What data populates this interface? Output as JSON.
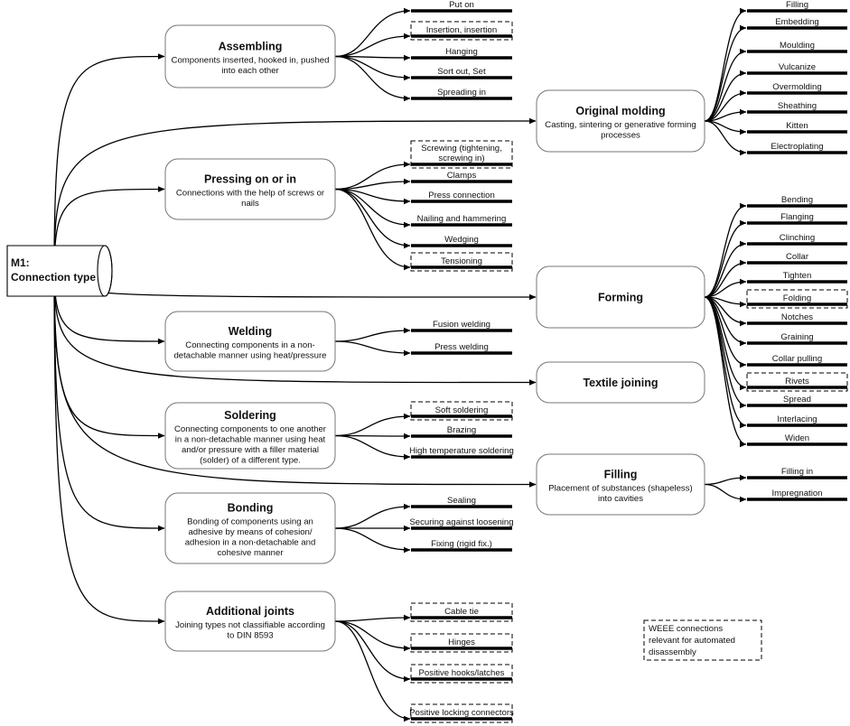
{
  "root": {
    "line1": "M1:",
    "line2": "Connection type"
  },
  "categories": [
    {
      "title": "Assembling",
      "desc": [
        "Components inserted, hooked in, pushed",
        "into each other"
      ],
      "leaves": [
        {
          "label": "Put on",
          "weee": false
        },
        {
          "label": "Insertion, insertion",
          "weee": true
        },
        {
          "label": "Hanging",
          "weee": false
        },
        {
          "label": "Sort out, Set",
          "weee": false
        },
        {
          "label": "Spreading in",
          "weee": false
        }
      ]
    },
    {
      "title": "Pressing on or in",
      "desc": [
        "Connections with the help of screws or",
        "nails"
      ],
      "leaves": [
        {
          "label": "Screwing (tightening,",
          "label2": "screwing in)",
          "weee": true
        },
        {
          "label": "Clamps",
          "weee": false
        },
        {
          "label": "Press connection",
          "weee": false
        },
        {
          "label": "Nailing and hammering",
          "weee": false
        },
        {
          "label": "Wedging",
          "weee": false
        },
        {
          "label": "Tensioning",
          "weee": true
        }
      ]
    },
    {
      "title": "Welding",
      "desc": [
        "Connecting components in a non-",
        "detachable manner using heat/pressure"
      ],
      "leaves": [
        {
          "label": "Fusion welding",
          "weee": false
        },
        {
          "label": "Press welding",
          "weee": false
        }
      ]
    },
    {
      "title": "Soldering",
      "desc": [
        "Connecting components to one another",
        "in a non-detachable manner using heat",
        "and/or pressure with a filler material",
        "(solder) of a different type."
      ],
      "leaves": [
        {
          "label": "Soft soldering",
          "weee": true
        },
        {
          "label": "Brazing",
          "weee": false
        },
        {
          "label": "High temperature soldering",
          "weee": false
        }
      ]
    },
    {
      "title": "Bonding",
      "desc": [
        "Bonding of components using an",
        "adhesive by means of cohesion/",
        "adhesion in a non-detachable and",
        "cohesive manner"
      ],
      "leaves": [
        {
          "label": "Sealing",
          "weee": false
        },
        {
          "label": "Securing against loosening",
          "weee": false
        },
        {
          "label": "Fixing (rigid fix.)",
          "weee": false
        }
      ]
    },
    {
      "title": "Additional joints",
      "desc": [
        "Joining types not classifiable according",
        "to DIN 8593"
      ],
      "leaves": [
        {
          "label": "Cable tie",
          "weee": true
        },
        {
          "label": "Hinges",
          "weee": true
        },
        {
          "label": "Positive hooks/latches",
          "weee": true
        },
        {
          "label": "Positive locking connectors",
          "weee": true
        }
      ]
    },
    {
      "title": "Original molding",
      "desc": [
        "Casting, sintering or generative forming",
        "processes"
      ],
      "leaves": [
        {
          "label": "Filling",
          "weee": false
        },
        {
          "label": "Embedding",
          "weee": false
        },
        {
          "label": "Moulding",
          "weee": false
        },
        {
          "label": "Vulcanize",
          "weee": false
        },
        {
          "label": "Overmolding",
          "weee": false
        },
        {
          "label": "Sheathing",
          "weee": false
        },
        {
          "label": "Kitten",
          "weee": false
        },
        {
          "label": "Electroplating",
          "weee": false
        }
      ]
    },
    {
      "title": "Forming",
      "desc": [],
      "leaves": [
        {
          "label": "Bending",
          "weee": false
        },
        {
          "label": "Flanging",
          "weee": false
        },
        {
          "label": "Clinching",
          "weee": false
        },
        {
          "label": "Collar",
          "weee": false
        },
        {
          "label": "Tighten",
          "weee": false
        },
        {
          "label": "Folding",
          "weee": true
        },
        {
          "label": "Notches",
          "weee": false
        },
        {
          "label": "Graining",
          "weee": false
        },
        {
          "label": "Collar pulling",
          "weee": false
        },
        {
          "label": "Rivets",
          "weee": true
        },
        {
          "label": "Spread",
          "weee": false
        },
        {
          "label": "Interlacing",
          "weee": false
        },
        {
          "label": "Widen",
          "weee": false
        }
      ]
    },
    {
      "title": "Textile joining",
      "desc": [],
      "leaves": []
    },
    {
      "title": "Filling",
      "desc": [
        "Placement of substances (shapeless)",
        "into cavities"
      ],
      "leaves": [
        {
          "label": "Filling in",
          "weee": false
        },
        {
          "label": "Impregnation",
          "weee": false
        }
      ]
    }
  ],
  "legend": {
    "lines": [
      "WEEE connections",
      "relevant for automated",
      "disassembly"
    ]
  }
}
